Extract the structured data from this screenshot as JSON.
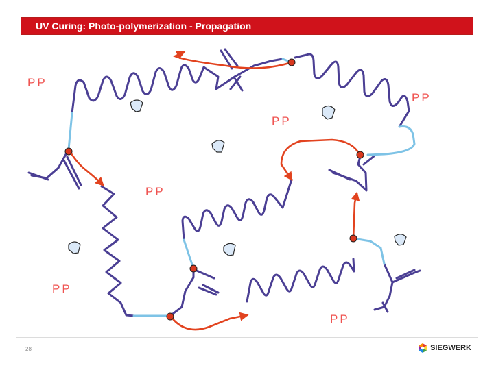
{
  "slide": {
    "title": "UV Curing: Photo-polymerization - Propagation",
    "page_number": "28"
  },
  "diagram": {
    "pp_label": "PP"
  },
  "footer": {
    "logo_text": "SIEGWERK"
  },
  "colors": {
    "title_bar": "#d0121b",
    "chain": "#4b3f94",
    "chain_end": "#7ec3e6",
    "radical_arrow": "#e2431f",
    "radical_dot": "#d9381e",
    "initiator_fill": "#dbe9f8",
    "pp_text": "#ef5350"
  }
}
